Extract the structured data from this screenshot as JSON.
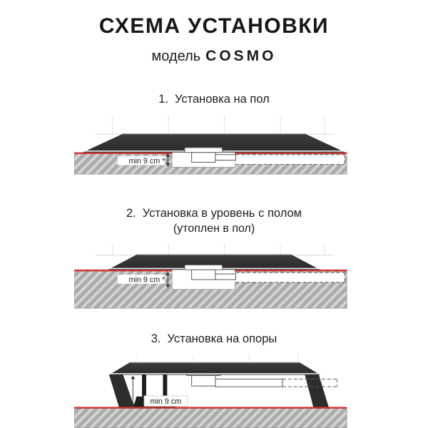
{
  "header": {
    "title": "СХЕМА УСТАНОВКИ",
    "model_label": "модель",
    "model_name": "COSMO"
  },
  "sections": [
    {
      "number": "1.",
      "caption": "Установка на пол",
      "min_label": "min 9 cm *"
    },
    {
      "number": "2.",
      "caption": "Установка в уровень с полом",
      "caption_line2": "(утоплен в пол)",
      "min_label": "min 9 cm *"
    },
    {
      "number": "3.",
      "caption": "Установка на опоры",
      "min_label": "min 9 cm"
    }
  ],
  "colors": {
    "accent_red": "#d63230",
    "tray_dark": "#333333",
    "floor_gray": "#b2b2b2"
  }
}
